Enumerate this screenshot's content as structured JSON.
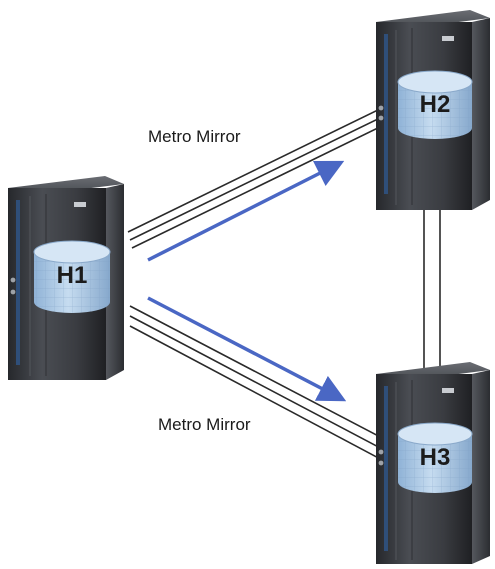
{
  "servers": [
    {
      "id": "h1",
      "label": "H1"
    },
    {
      "id": "h2",
      "label": "H2"
    },
    {
      "id": "h3",
      "label": "H3"
    }
  ],
  "links": [
    {
      "from": "H1",
      "to": "H2",
      "label": "Metro Mirror"
    },
    {
      "from": "H1",
      "to": "H3",
      "label": "Metro Mirror"
    },
    {
      "from": "H2",
      "to": "H3",
      "label": ""
    }
  ],
  "colors": {
    "arrow": "#4a67c4",
    "cable": "#2a2a2a",
    "cabinet": "#3d3f44",
    "disk": "#a9c9e8"
  }
}
